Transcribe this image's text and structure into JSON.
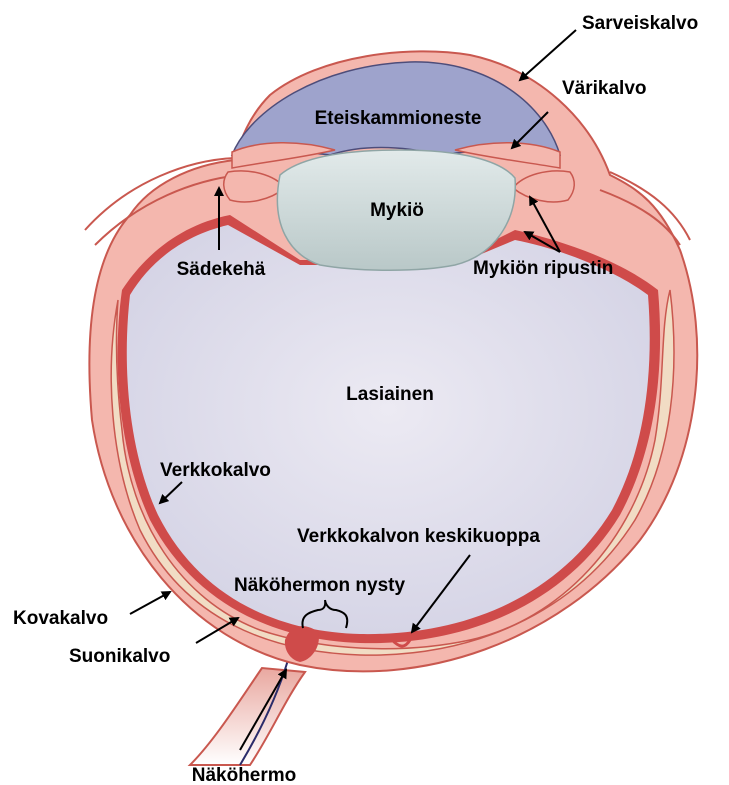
{
  "labels": {
    "cornea": "Sarveiskalvo",
    "iris": "Värikalvo",
    "anterior_chamber": "Eteiskammioneste",
    "lens": "Mykiö",
    "ciliary_body": "Sädekehä",
    "zonules": "Mykiön ripustin",
    "vitreous": "Lasiainen",
    "retina": "Verkkokalvo",
    "fovea": "Verkkokalvon keskikuoppa",
    "optic_disc": "Näköhermon nysty",
    "sclera": "Kovakalvo",
    "choroid": "Suonikalvo",
    "optic_nerve": "Näköhermo"
  },
  "colors": {
    "sclera": "#f4b7ae",
    "sclera_outline": "#c9584f",
    "choroid": "#f1dcc4",
    "retina": "#cf4b4a",
    "vitreous": "#dcdcea",
    "anterior_chamber": "#9ea3cc",
    "lens": "#cdd8d8",
    "outline": "#4d2d2d"
  }
}
